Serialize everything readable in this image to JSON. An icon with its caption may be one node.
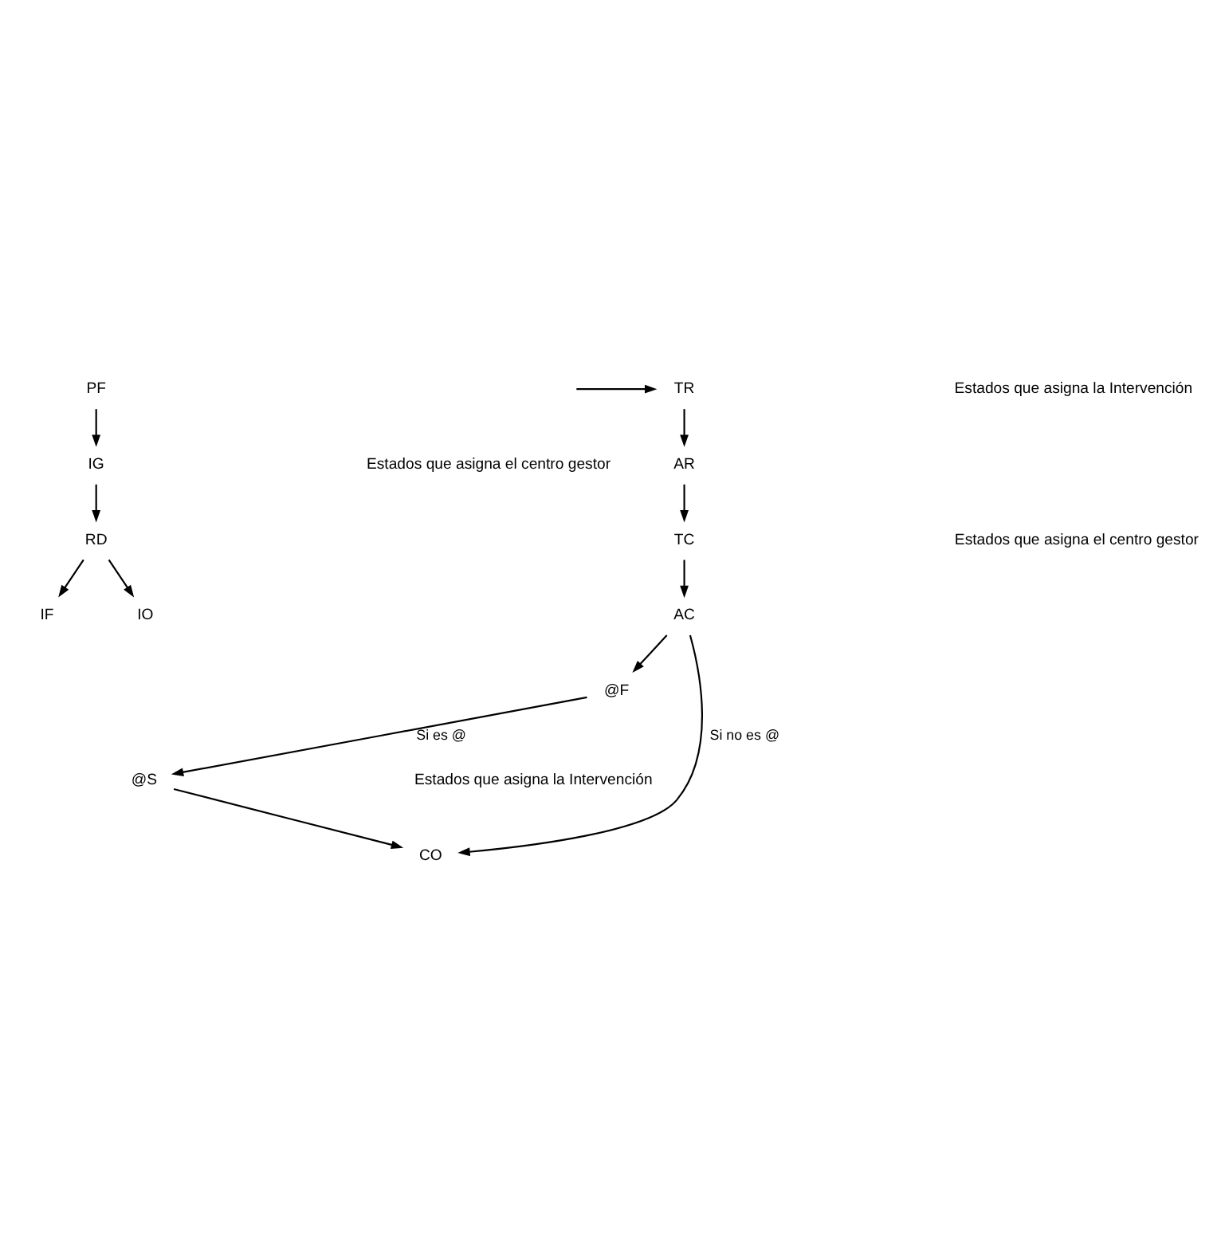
{
  "diagram": {
    "nodes": [
      {
        "text": [
          "PF"
        ]
      },
      {
        "text": [
          "IG"
        ]
      },
      {
        "text": [
          "RD"
        ]
      },
      {
        "text": [
          "IF"
        ]
      },
      {
        "text": [
          "IO"
        ]
      },
      {
        "text": [
          "TR"
        ]
      },
      {
        "text": [
          "AR"
        ]
      },
      {
        "text": [
          "TC"
        ]
      },
      {
        "text": [
          "AC"
        ]
      },
      {
        "text": [
          "@F"
        ]
      },
      {
        "text": [
          "@S"
        ]
      },
      {
        "text": [
          "CO"
        ]
      }
    ],
    "edges": [
      {
        "from": 0,
        "to": 1,
        "arrow": "to"
      },
      {
        "from": 1,
        "to": 2,
        "arrow": "to"
      },
      {
        "from": 2,
        "to": 3,
        "arrow": "to"
      },
      {
        "from": 2,
        "to": 4,
        "arrow": "to"
      },
      {
        "from": null,
        "to": 5,
        "arrow": "to"
      },
      {
        "from": 5,
        "to": 6,
        "arrow": "to"
      },
      {
        "from": 6,
        "to": 7,
        "arrow": "to"
      },
      {
        "from": 7,
        "to": 8,
        "arrow": "to"
      },
      {
        "from": 8,
        "to": 9,
        "arrow": "to"
      },
      {
        "from": 9,
        "to": 10,
        "arrow": "to",
        "label": "Si es @"
      },
      {
        "from": 8,
        "to": 11,
        "arrow": "to",
        "label": "Si no es @"
      },
      {
        "from": 10,
        "to": 11,
        "arrow": "to"
      }
    ],
    "labels": [
      "Estados que asigna el centro gestor",
      "Estados que asigna la Intervención",
      "Estados que asigna el centro gestor",
      "Estados que asigna la Intervención"
    ]
  }
}
